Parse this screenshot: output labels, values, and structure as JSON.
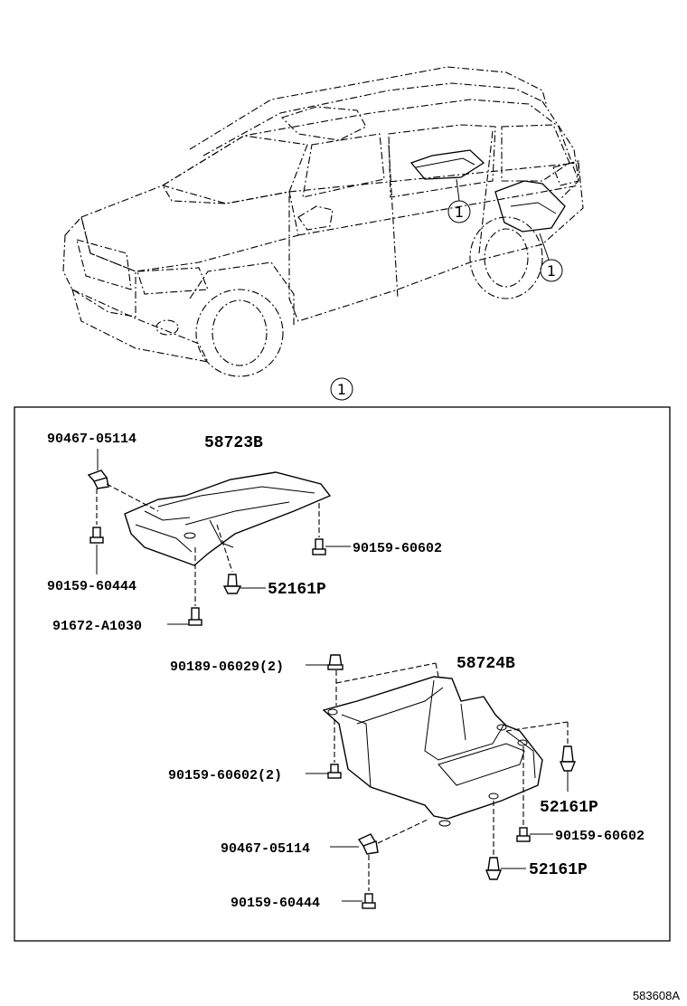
{
  "callout": "1",
  "parts": {
    "p1": "90467-05114",
    "p2": "58723B",
    "p3": "90159-60602",
    "p4": "90159-60444",
    "p5": "52161P",
    "p6": "91672-A1030",
    "p7": "90189-06029(2)",
    "p8": "58724B",
    "p9": "90159-60602(2)",
    "p10": "52161P",
    "p11": "90159-60602",
    "p12": "90467-05114",
    "p13": "52161P",
    "p14": "90159-60444"
  },
  "figure_code": "583608A"
}
